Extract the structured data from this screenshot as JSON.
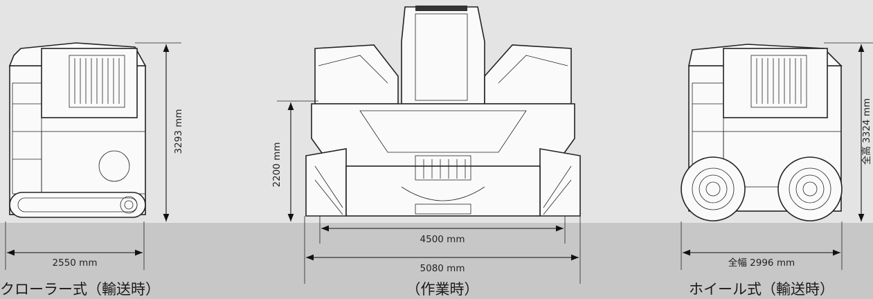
{
  "views": [
    {
      "id": "crawler",
      "height_label": "3293 mm",
      "width_label": "2550 mm",
      "caption": "クローラー式（輸送時）"
    },
    {
      "id": "working",
      "height_label": "2200 mm",
      "inner_width_label": "4500 mm",
      "outer_width_label": "5080 mm",
      "caption": "（作業時）"
    },
    {
      "id": "wheel",
      "height_label": "全高 3324 mm",
      "width_label": "全幅 2996 mm",
      "caption": "ホイール式（輸送時）"
    }
  ]
}
